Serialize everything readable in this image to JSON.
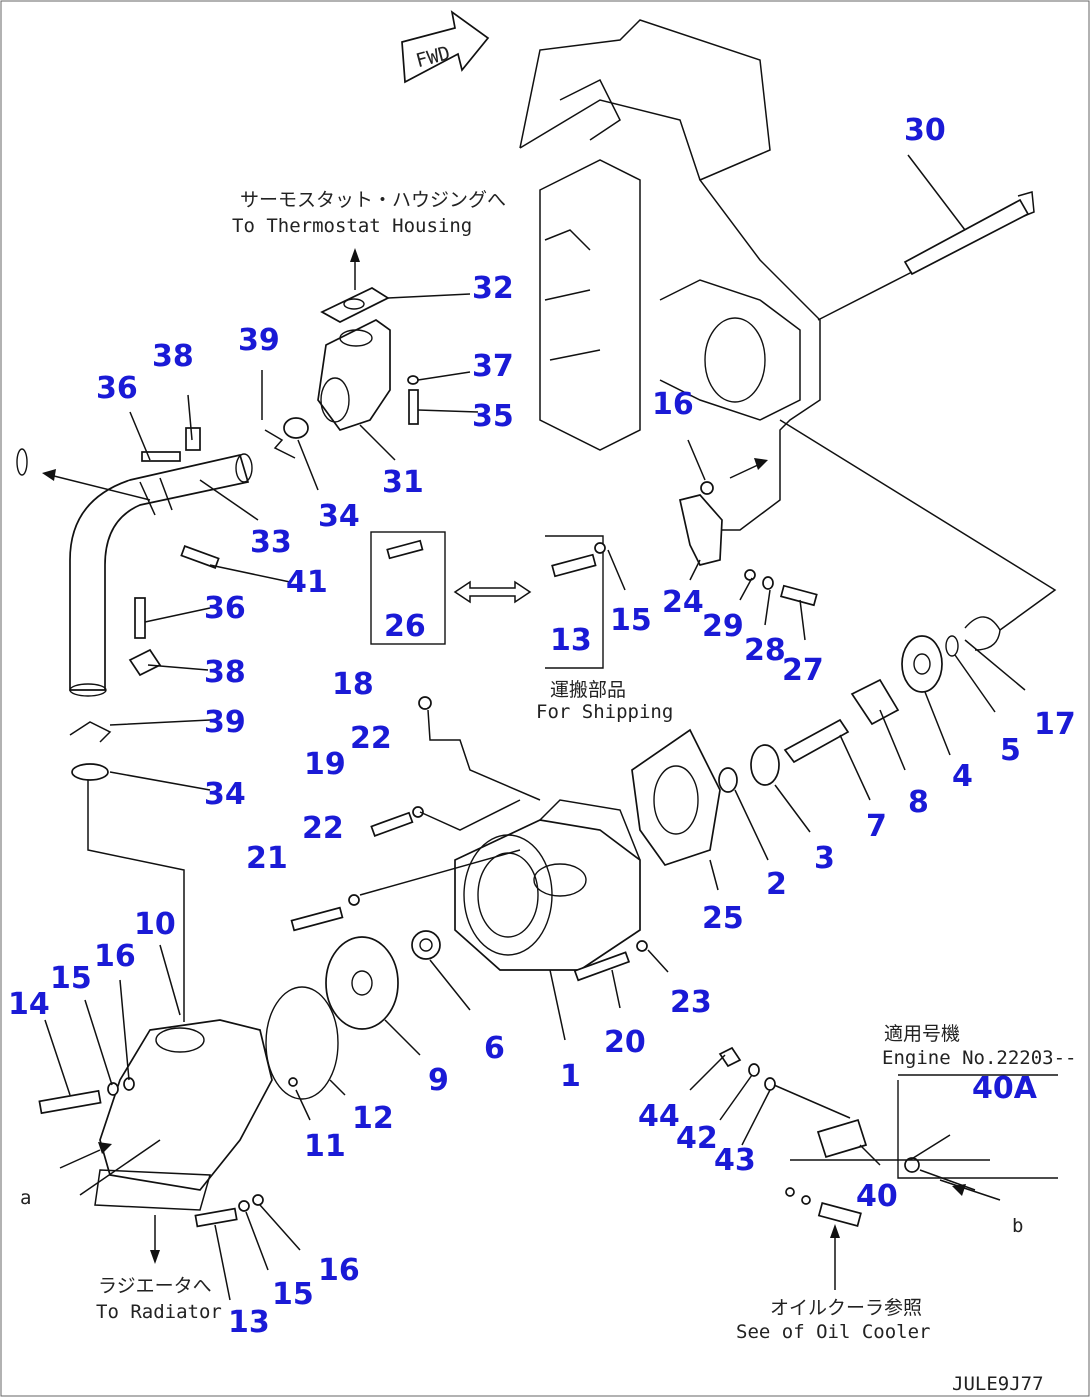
{
  "colors": {
    "callout": "#1a1ad6",
    "line": "#111111",
    "background": "#ffffff"
  },
  "direction_box": "FWD",
  "notes": {
    "thermostat_jp": "サーモスタット・ハウジングへ",
    "thermostat_en": "To Thermostat Housing",
    "shipping_jp": "運搬部品",
    "shipping_en": "For Shipping",
    "radiator_jp": "ラジエータへ",
    "radiator_en": "To Radiator",
    "serial_jp": "適用号機",
    "serial_en": "Engine No.22203--",
    "oilcooler_jp": "オイルクーラ参照",
    "oilcooler_en": "See of Oil Cooler",
    "ref_a": "a",
    "ref_b": "b",
    "drawing_code": "JULE9J77"
  },
  "callouts": [
    "30",
    "32",
    "37",
    "35",
    "31",
    "34",
    "39",
    "38",
    "36",
    "33",
    "41",
    "36",
    "38",
    "39",
    "34",
    "16",
    "26",
    "13",
    "15",
    "24",
    "29",
    "28",
    "27",
    "17",
    "5",
    "4",
    "8",
    "7",
    "3",
    "2",
    "25",
    "18",
    "22",
    "19",
    "22",
    "21",
    "10",
    "16",
    "15",
    "14",
    "12",
    "9",
    "6",
    "20",
    "23",
    "1",
    "11",
    "13",
    "15",
    "16",
    "44",
    "42",
    "43",
    "40A",
    "40"
  ]
}
